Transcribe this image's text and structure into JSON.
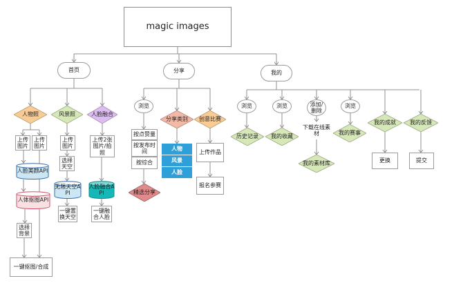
{
  "colors": {
    "line": "#8f8f8f",
    "orange": "#f9cc96",
    "pink": "#f2b9a7",
    "purple": "#dcbcf1",
    "green": "#d7e8b8",
    "red": "#e08a8c",
    "blue": "#2e9fd8",
    "cyl_blue": "#cde6f4",
    "cyl_pink": "#f9e0e2",
    "cyl_teal": "#15b7b7"
  },
  "nodes": {
    "root": "magic images",
    "home": "首页",
    "share": "分享",
    "mine": "我的",
    "person_photo": "人物照",
    "scenery_photo": "风景照",
    "face_fusion": "人脸融合",
    "upload_img_1": "上传图片",
    "upload_img_2": "上传图片",
    "upload_img_3": "上传图片",
    "upload_2_photos": "上传2张图片/拍照",
    "face_beauty_api": "人脸美颜API",
    "body_matting_api": "人体抠图API",
    "choose_bg": "选择背景",
    "one_click_matting": "一键抠图/合成",
    "choose_sky": "选择天空",
    "sky_api": "无限天空API",
    "one_click_sky": "一键置换天空",
    "face_fusion_api": "人脸融合API",
    "one_click_fusion": "一键融合人脸",
    "browse_share": "浏览",
    "share_category": "分享类别",
    "creative_contest": "创意比赛",
    "sort_likes": "按点赞量",
    "sort_time": "按发布时间",
    "sort_overall": "按综合",
    "featured_share": "精选分享",
    "cat_person": "人物",
    "cat_scenery": "风景",
    "cat_face": "人脸",
    "upload_work": "上传作品",
    "signup_contest": "报名参赛",
    "browse_1": "浏览",
    "browse_2": "浏览",
    "add_delete": "添加/删除",
    "browse_3": "浏览",
    "history": "历史记录",
    "my_favorites": "我的收藏",
    "download_online": "下载在线素材",
    "my_materials": "我的素材库",
    "my_contests": "我的赛事",
    "my_achievements": "我的成就",
    "my_feedback": "我的反馈",
    "replace": "更换",
    "submit": "提交"
  }
}
